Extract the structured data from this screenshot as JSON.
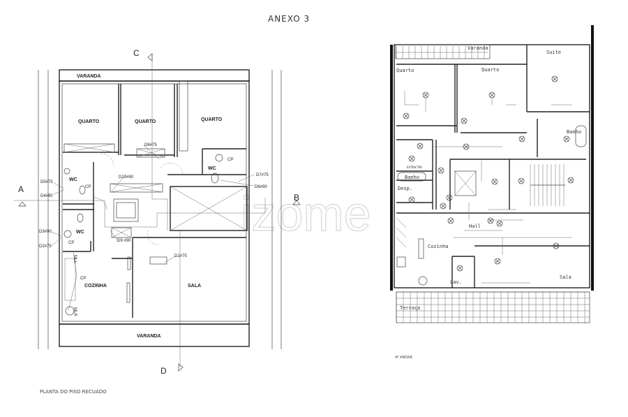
{
  "title": "ANEXO 3",
  "watermark": "izome",
  "left_plan": {
    "caption": "PLANTA DO PISO RECUADO",
    "rooms": {
      "varanda_top": "VARANDA",
      "varanda_bottom": "VARANDA",
      "quarto_1": "QUARTO",
      "quarto_2": "QUARTO",
      "quarto_3": "QUARTO",
      "wc_1": "WC",
      "wc_2": "WC",
      "wc_3": "WC",
      "cozinha": "COZINHA",
      "sala": "SALA"
    },
    "annotations": {
      "d1": "D1#75",
      "d2": "D2#75",
      "d3": "D3#90",
      "d4": "D4#90",
      "d5": "D5#75",
      "d6": "D6#90",
      "d7": "D7#75",
      "d8": "D8#75",
      "d9": "D9 #90",
      "d10": "D10#90",
      "cp1": "CP",
      "cp2": "CP",
      "cp3": "CP",
      "cp4": "CP",
      "mll": "MLL",
      "mlr": "MLR"
    },
    "section_marks": {
      "a": "A",
      "b": "B",
      "c": "C",
      "d": "D"
    }
  },
  "right_plan": {
    "caption": "4º ANDAR",
    "rooms": {
      "varanda": "Varanda",
      "suite": "Suite",
      "quarto_1": "Quarto",
      "quarto_2": "Quarto",
      "banho_1": "Banho",
      "banho_2": "Banho",
      "desp": "Desp.",
      "extractor": "EXTRACTOR",
      "hall": "Hall",
      "cozinha": "Cozinha",
      "lav": "Lav.",
      "sala": "Sala",
      "terraco": "Terraço"
    }
  }
}
